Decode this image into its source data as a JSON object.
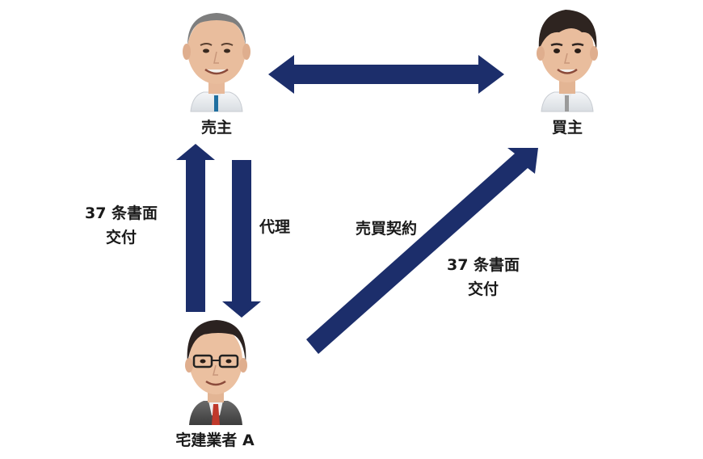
{
  "nodes": {
    "seller": {
      "label": "売主"
    },
    "buyer": {
      "label": "買主"
    },
    "agent": {
      "label": "宅建業者 A"
    }
  },
  "edges": {
    "agent_to_seller": {
      "line1": "37 条書面",
      "line2": "交付"
    },
    "seller_agent_proxy": {
      "label": "代理"
    },
    "agent_to_buyer": {
      "label": "売買契約",
      "line1": "37 条書面",
      "line2": "交付"
    }
  },
  "colors": {
    "arrow": "#1c2e6b"
  }
}
